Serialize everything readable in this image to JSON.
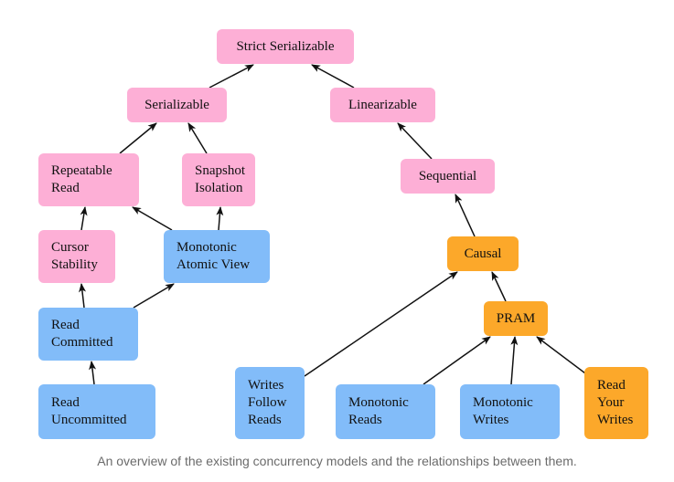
{
  "colors": {
    "strong_model": "#fdafd6",
    "available_model": "#82bcf9",
    "sticky_available_model": "#fca82a",
    "edge": "#111111",
    "caption": "#6b6b6b"
  },
  "nodes": [
    {
      "id": "strict-serializable",
      "label": "Strict Serializable",
      "category": "strong_model"
    },
    {
      "id": "serializable",
      "label": "Serializable",
      "category": "strong_model"
    },
    {
      "id": "linearizable",
      "label": "Linearizable",
      "category": "strong_model"
    },
    {
      "id": "repeatable-read",
      "label": "Repeatable\nRead",
      "category": "strong_model"
    },
    {
      "id": "snapshot-isolation",
      "label": "Snapshot\nIsolation",
      "category": "strong_model"
    },
    {
      "id": "sequential",
      "label": "Sequential",
      "category": "strong_model"
    },
    {
      "id": "cursor-stability",
      "label": "Cursor\nStability",
      "category": "strong_model"
    },
    {
      "id": "monotonic-atomic-view",
      "label": "Monotonic\nAtomic View",
      "category": "available_model"
    },
    {
      "id": "causal",
      "label": "Causal",
      "category": "sticky_available_model"
    },
    {
      "id": "pram",
      "label": "PRAM",
      "category": "sticky_available_model"
    },
    {
      "id": "read-committed",
      "label": "Read\nCommitted",
      "category": "available_model"
    },
    {
      "id": "read-uncommitted",
      "label": "Read\nUncommitted",
      "category": "available_model"
    },
    {
      "id": "writes-follow-reads",
      "label": "Writes\nFollow\nReads",
      "category": "available_model"
    },
    {
      "id": "monotonic-reads",
      "label": "Monotonic\nReads",
      "category": "available_model"
    },
    {
      "id": "monotonic-writes",
      "label": "Monotonic\nWrites",
      "category": "available_model"
    },
    {
      "id": "read-your-writes",
      "label": "Read\nYour\nWrites",
      "category": "sticky_available_model"
    }
  ],
  "edges": [
    {
      "from": "serializable",
      "to": "strict-serializable"
    },
    {
      "from": "linearizable",
      "to": "strict-serializable"
    },
    {
      "from": "repeatable-read",
      "to": "serializable"
    },
    {
      "from": "snapshot-isolation",
      "to": "serializable"
    },
    {
      "from": "sequential",
      "to": "linearizable"
    },
    {
      "from": "cursor-stability",
      "to": "repeatable-read"
    },
    {
      "from": "monotonic-atomic-view",
      "to": "repeatable-read"
    },
    {
      "from": "monotonic-atomic-view",
      "to": "snapshot-isolation"
    },
    {
      "from": "causal",
      "to": "sequential"
    },
    {
      "from": "read-committed",
      "to": "cursor-stability"
    },
    {
      "from": "read-committed",
      "to": "monotonic-atomic-view"
    },
    {
      "from": "read-uncommitted",
      "to": "read-committed"
    },
    {
      "from": "pram",
      "to": "causal"
    },
    {
      "from": "writes-follow-reads",
      "to": "causal"
    },
    {
      "from": "monotonic-reads",
      "to": "pram"
    },
    {
      "from": "monotonic-writes",
      "to": "pram"
    },
    {
      "from": "read-your-writes",
      "to": "pram"
    }
  ],
  "caption": "An overview of the existing concurrency models and the relationships between them."
}
